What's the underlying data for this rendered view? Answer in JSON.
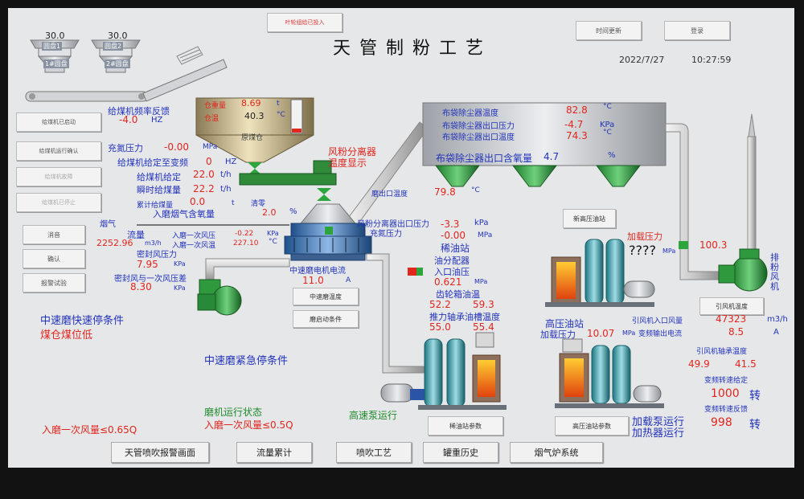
{
  "header": {
    "title": "天 管 制 粉 工 艺",
    "top_button": "叶轮组给已投入",
    "time_update": "时间更新",
    "login": "登录",
    "date": "2022/7/27",
    "time": "10:27:59"
  },
  "bins": [
    {
      "value": "30.0",
      "tag": "圆盘1",
      "name": "1#圆盘"
    },
    {
      "value": "30.0",
      "tag": "圆盘2",
      "name": "2#圆盘"
    }
  ],
  "left_buttons": [
    "给煤机已启动",
    "给煤机运行确认",
    "给煤机故障",
    "给煤机已停止",
    "消音",
    "确认",
    "报警试验"
  ],
  "feeder": {
    "freq_label": "给煤机频率反馈",
    "freq_value": "-4.0",
    "freq_unit": "HZ",
    "n2_label": "充氮压力",
    "n2_value": "-0.00",
    "n2_unit": "MPa",
    "vfd_label": "给煤机给定至变频",
    "vfd_value": "0",
    "vfd_unit": "HZ",
    "set_label": "给煤机给定",
    "set_value": "22.0",
    "set_unit": "t/h",
    "inst_label": "瞬时给煤量",
    "inst_value": "22.2",
    "inst_unit": "t/h",
    "acc_label": "累计给煤量",
    "acc_value": "0.0",
    "acc_unit": "t",
    "clear": "清零",
    "o2_label": "入磨烟气含氧量",
    "o2_value": "2.0",
    "o2_unit": "%"
  },
  "bunker": {
    "weight_label": "仓重量",
    "weight_value": "8.69",
    "weight_unit": "t",
    "temp_label": "仓温",
    "temp_value": "40.3",
    "temp_unit": "°C",
    "name": "原煤仓"
  },
  "separator": {
    "title_line1": "风粉分离器",
    "title_line2": "温度显示",
    "outlet_label": "磨出口温度",
    "outlet_value": "79.8",
    "outlet_unit": "°C"
  },
  "flow": {
    "gas_label": "烟气",
    "flow_label": "流量",
    "flow_value": "2252.96",
    "flow_unit": "m3/h",
    "p_label": "入磨一次风压",
    "p_value": "-0.22",
    "p_unit": "KPa",
    "t_label": "入磨一次风温",
    "t_value": "227.10",
    "t_unit": "°C",
    "seal_label": "密封风压力",
    "seal_value": "7.95",
    "seal_unit": "KPa",
    "diff_label": "密封风与一次风压差",
    "diff_value": "8.30",
    "diff_unit": "KPa"
  },
  "mill": {
    "current_label": "中速磨电机电流",
    "current_value": "11.0",
    "current_unit": "A",
    "btn_temp": "中速磨温度",
    "btn_start": "磨启动条件"
  },
  "oil": {
    "sep_p_label": "风粉分离器出口压力",
    "sep_p_value": "-3.3",
    "sep_p_unit": "kPa",
    "n2_label": "充氮压力",
    "n2_value": "-0.00",
    "n2_unit": "MPa",
    "thin_title": "稀油站",
    "dist_l1": "油分配器",
    "dist_l2": "入口油压",
    "dist_value": "0.621",
    "dist_unit": "MPa",
    "gear_label": "齿轮箱油温",
    "gear_v1": "52.2",
    "gear_v2": "59.3",
    "bearing_label": "推力轴承油槽温度",
    "bearing_v1": "55.0",
    "bearing_v2": "55.4",
    "hp_pump": "高速泵运行",
    "thin_btn": "稀油站参数",
    "hp_title": "高压油站",
    "load_label": "加载压力",
    "load_value": "10.07",
    "load_unit": "MPa",
    "hp_btn": "高压油站参数",
    "new_hp_btn": "新高压油站",
    "new_load_label": "加载压力",
    "new_load_value": "????",
    "new_load_unit": "MPa"
  },
  "baghouse": {
    "temp_label": "布袋除尘器温度",
    "temp_value": "82.8",
    "temp_unit": "°C",
    "p_label": "布袋除尘器出口压力",
    "p_value": "-4.7",
    "p_unit": "KPa",
    "ot_label": "布袋除尘器出口温度",
    "ot_value": "74.3",
    "ot_unit": "°C",
    "o2_label": "布袋除尘器出口含氧量",
    "o2_value": "4.7",
    "o2_unit": "%"
  },
  "fan": {
    "name_l1": "排",
    "name_l2": "粉",
    "name_l3": "风",
    "name_l4": "机",
    "valve_value": "100.3",
    "btn": "引风机温度",
    "inlet_label": "引风机入口风量",
    "inlet_value": "47323",
    "inlet_unit": "m3/h",
    "vfd_label": "变频输出电流",
    "vfd_value": "8.5",
    "vfd_unit": "A",
    "bearing_label": "引风机轴承温度",
    "b_v1": "49.9",
    "b_v2": "41.5",
    "speed_set_label": "变频转速给定",
    "speed_set_value": "1000",
    "speed_unit": "转",
    "speed_fb_label": "变频转速反馈",
    "speed_fb_value": "998",
    "speed_fb_unit": "转",
    "load_pump": "加载泵运行",
    "heater": "加热器运行"
  },
  "conditions": {
    "fast_stop": "中速磨快速停条件",
    "fast_item": "煤仓煤位低",
    "emerg_stop": "中速磨紧急停条件",
    "mill_state": "磨机运行状态",
    "cond1": "入磨一次风量≤0.65Q",
    "cond2": "入磨一次风量≤0.5Q"
  },
  "bottom_nav": [
    "天管喷吹报警画面",
    "流量累计",
    "喷吹工艺",
    "罐重历史",
    "烟气炉系统"
  ]
}
